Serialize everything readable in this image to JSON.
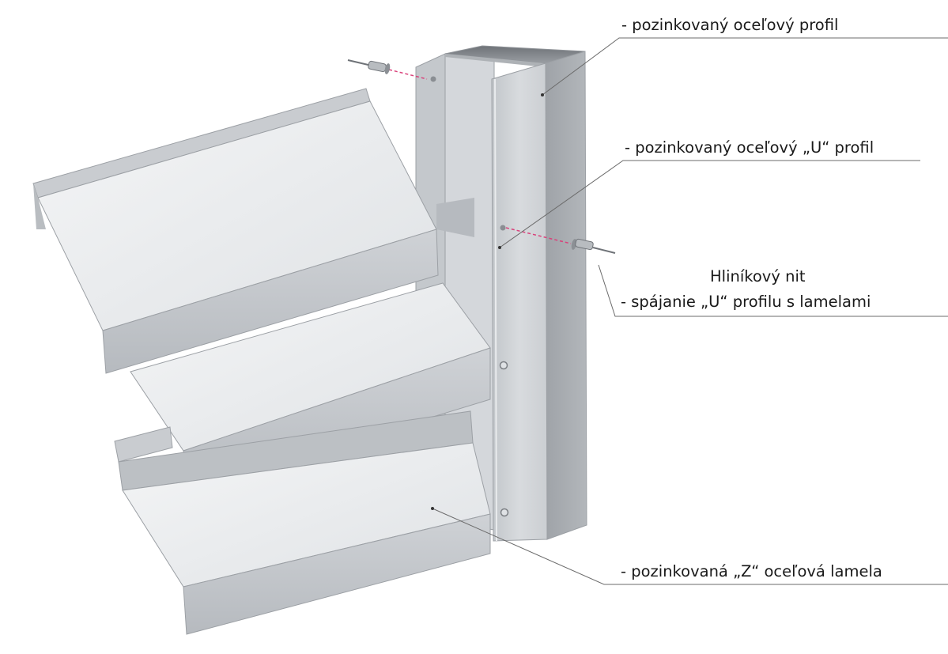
{
  "labels": {
    "steel_profile": "- pozinkovaný oceľový profil",
    "u_profile": "- pozinkovaný oceľový „U“ profil",
    "rivet_title": "Hliníkový nit",
    "rivet_desc": "- spájanie „U“ profilu s lamelami",
    "z_lamella": "- pozinkovaná „Z“ oceľová lamela"
  },
  "colors": {
    "steel_light": "#e8eaec",
    "steel_mid": "#c9ccd0",
    "steel_dark": "#a4a8ad",
    "leader_line": "#6b6b6b",
    "rivet_dash": "#d9417a"
  }
}
